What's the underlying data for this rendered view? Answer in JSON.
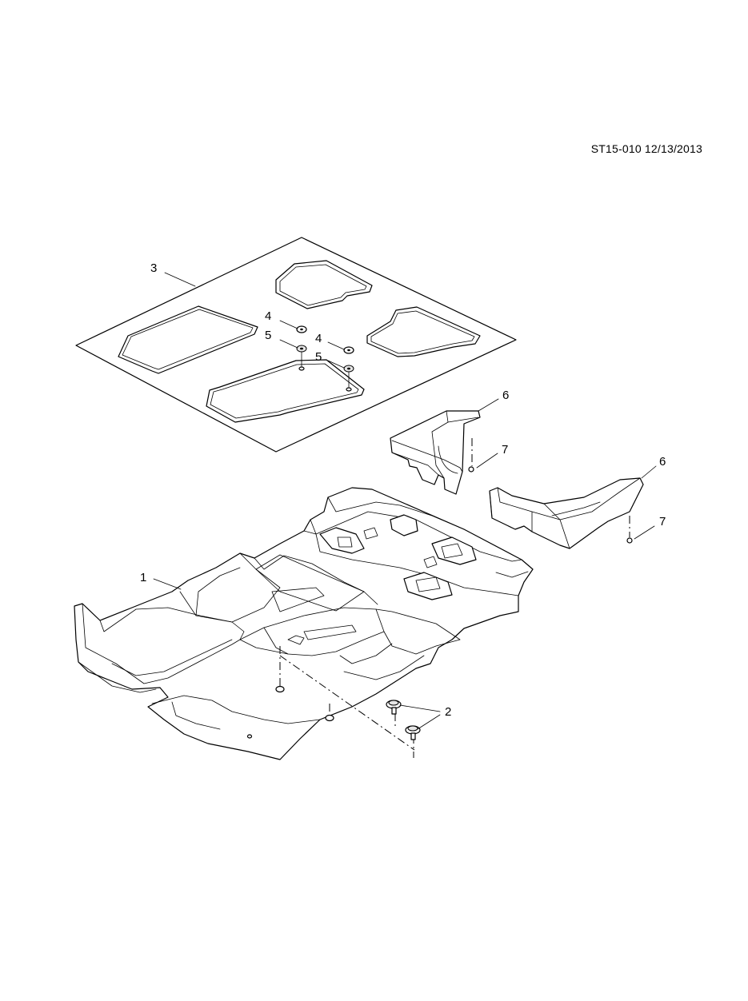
{
  "diagram": {
    "reference": "ST15-010 12/13/2013",
    "callouts": [
      {
        "number": "1"
      },
      {
        "number": "2"
      },
      {
        "number": "3"
      },
      {
        "number": "4"
      },
      {
        "number": "5"
      },
      {
        "number": "4"
      },
      {
        "number": "5"
      },
      {
        "number": "6"
      },
      {
        "number": "7"
      },
      {
        "number": "6"
      },
      {
        "number": "7"
      }
    ]
  }
}
